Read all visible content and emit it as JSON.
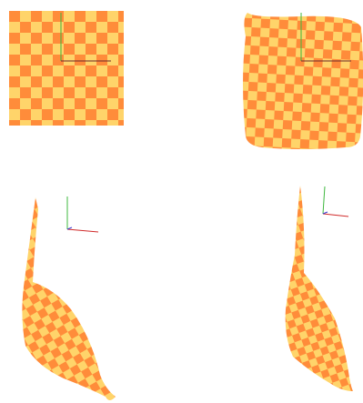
{
  "palette": {
    "orange": "#ff8c3a",
    "yellow": "#ffd46a",
    "axis_x": "#d02a2a",
    "axis_y": "#3fb83f",
    "axis_z": "#3a3ad0",
    "background": "#ffffff"
  },
  "panels": [
    {
      "name": "flat-checkerboard-panel",
      "shape": "flat-square"
    },
    {
      "name": "warped-checkerboard-panel",
      "shape": "bulged-square"
    },
    {
      "name": "twisted-leaf-panel",
      "shape": "twisted-leaf"
    },
    {
      "name": "thin-leaf-panel",
      "shape": "thin-leaf"
    }
  ],
  "icons": {
    "axis_gizmo": "axes-icon"
  }
}
